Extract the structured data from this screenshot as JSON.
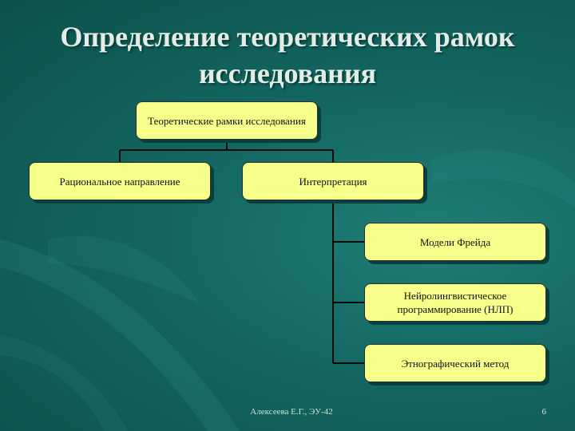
{
  "slide": {
    "title_line1": "Определение теоретических рамок",
    "title_line2": "исследования",
    "background_color": "#136660",
    "box_color": "#f5ff89"
  },
  "diagram": {
    "root": "Теоретические рамки исследования",
    "branches": [
      {
        "label": "Рациональное направление"
      },
      {
        "label": "Интерпретация",
        "children": [
          "Модели Фрейда",
          "Нейролингвистическое программирование (НЛП)",
          "Этнографический метод"
        ]
      }
    ]
  },
  "footer": {
    "author": "Алексеева Е.Г., ЭУ-42",
    "page_number": "6"
  }
}
